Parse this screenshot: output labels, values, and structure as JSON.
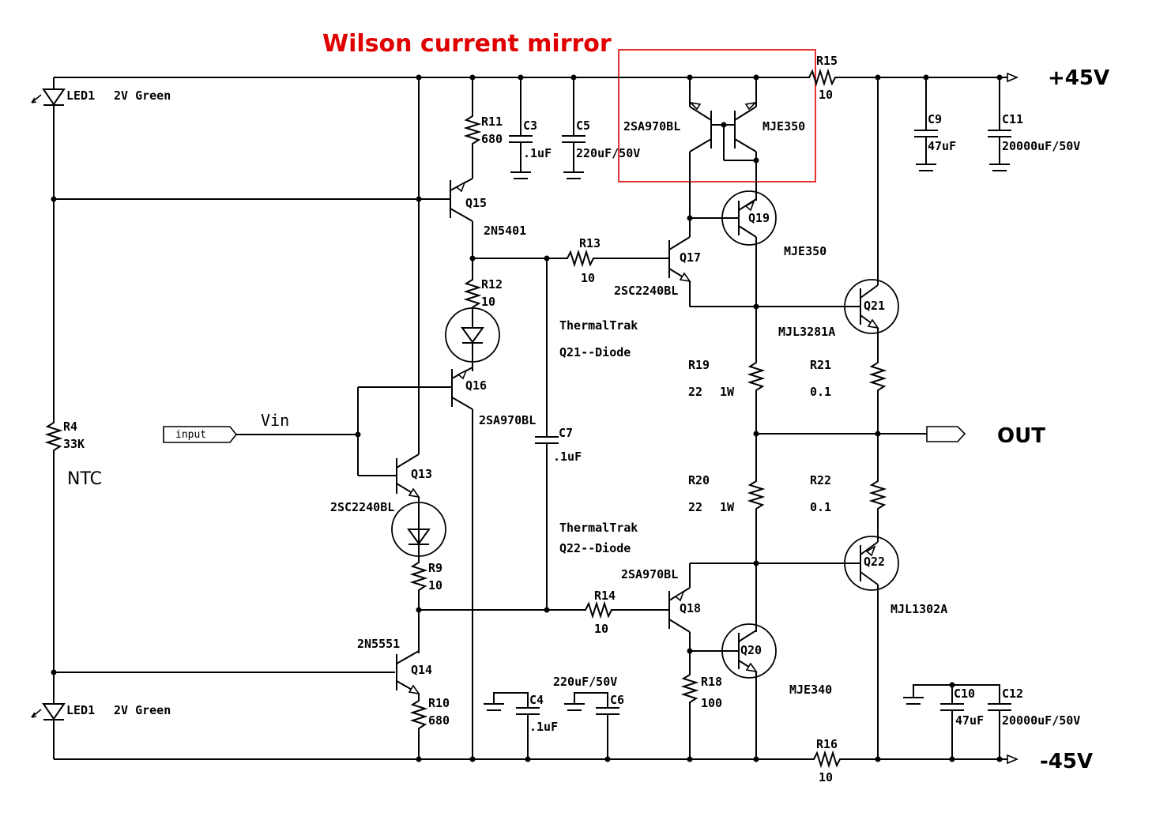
{
  "title": "Wilson current mirror",
  "colors": {
    "highlight": "#e00000",
    "ink": "#000000",
    "background": "#ffffff"
  },
  "rails": {
    "positive": "+45V",
    "negative": "-45V",
    "output": "OUT"
  },
  "input": {
    "port": "input",
    "signal": "Vin"
  },
  "ntc_note": "NTC",
  "notes": [
    "ThermalTrak",
    "Q21--Diode",
    "ThermalTrak",
    "Q22--Diode"
  ],
  "components": {
    "LED1_top": {
      "ref": "LED1",
      "value": "2V Green"
    },
    "LED1_bot": {
      "ref": "LED1",
      "value": "2V Green"
    },
    "R4": {
      "ref": "R4",
      "value": "33K"
    },
    "R9": {
      "ref": "R9",
      "value": "10"
    },
    "R10": {
      "ref": "R10",
      "value": "680"
    },
    "R11": {
      "ref": "R11",
      "value": "680"
    },
    "R12": {
      "ref": "R12",
      "value": "10"
    },
    "R13": {
      "ref": "R13",
      "value": "10"
    },
    "R14": {
      "ref": "R14",
      "value": "10"
    },
    "R15": {
      "ref": "R15",
      "value": "10"
    },
    "R16": {
      "ref": "R16",
      "value": "10"
    },
    "R18": {
      "ref": "R18",
      "value": "100"
    },
    "R19": {
      "ref": "R19",
      "value": "22",
      "rating": "1W"
    },
    "R20": {
      "ref": "R20",
      "value": "22",
      "rating": "1W"
    },
    "R21": {
      "ref": "R21",
      "value": "0.1"
    },
    "R22": {
      "ref": "R22",
      "value": "0.1"
    },
    "C3": {
      "ref": "C3",
      "value": ".1uF"
    },
    "C4": {
      "ref": "C4",
      "value": ".1uF"
    },
    "C5": {
      "ref": "C5",
      "value": "220uF/50V"
    },
    "C6": {
      "ref": "C6",
      "value": "220uF/50V"
    },
    "C7": {
      "ref": "C7",
      "value": ".1uF"
    },
    "C9": {
      "ref": "C9",
      "value": "47uF"
    },
    "C10": {
      "ref": "C10",
      "value": "47uF"
    },
    "C11": {
      "ref": "C11",
      "value": "20000uF/50V"
    },
    "C12": {
      "ref": "C12",
      "value": "20000uF/50V"
    },
    "Q13": {
      "ref": "Q13",
      "part": "2SC2240BL"
    },
    "Q14": {
      "ref": "Q14",
      "part": "2N5551"
    },
    "Q15": {
      "ref": "Q15",
      "part": "2N5401"
    },
    "Q16": {
      "ref": "Q16",
      "part": "2SA970BL"
    },
    "Q17": {
      "ref": "Q17",
      "part": "2SC2240BL"
    },
    "Q18": {
      "ref": "Q18",
      "part": "2SA970BL"
    },
    "Q19": {
      "ref": "Q19",
      "part": "MJE350"
    },
    "Q20": {
      "ref": "Q20",
      "part": "MJE340"
    },
    "Q21": {
      "ref": "Q21",
      "part": "MJL3281A"
    },
    "Q22": {
      "ref": "Q22",
      "part": "MJL1302A"
    },
    "mirror_left": {
      "part": "2SA970BL"
    },
    "mirror_right": {
      "part": "MJE350"
    }
  }
}
